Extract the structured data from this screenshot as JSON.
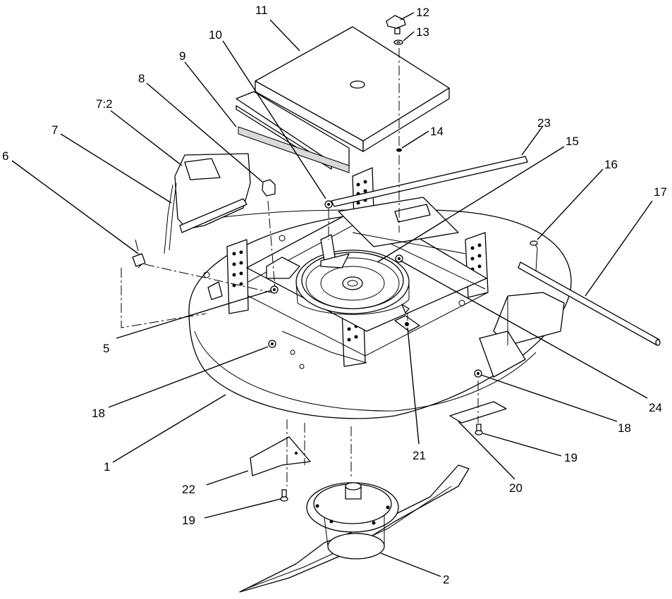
{
  "diagram": {
    "callouts": [
      {
        "id": "c11",
        "label": "11"
      },
      {
        "id": "c12",
        "label": "12"
      },
      {
        "id": "c13",
        "label": "13"
      },
      {
        "id": "c10",
        "label": "10"
      },
      {
        "id": "c9",
        "label": "9"
      },
      {
        "id": "c8",
        "label": "8"
      },
      {
        "id": "c72",
        "label": "7:2"
      },
      {
        "id": "c7",
        "label": "7"
      },
      {
        "id": "c6",
        "label": "6"
      },
      {
        "id": "c14",
        "label": "14"
      },
      {
        "id": "c23",
        "label": "23"
      },
      {
        "id": "c15",
        "label": "15"
      },
      {
        "id": "c16",
        "label": "16"
      },
      {
        "id": "c17",
        "label": "17"
      },
      {
        "id": "c5",
        "label": "5"
      },
      {
        "id": "c18a",
        "label": "18"
      },
      {
        "id": "c18b",
        "label": "18"
      },
      {
        "id": "c24",
        "label": "24"
      },
      {
        "id": "c1",
        "label": "1"
      },
      {
        "id": "c21",
        "label": "21"
      },
      {
        "id": "c19a",
        "label": "19"
      },
      {
        "id": "c19b",
        "label": "19"
      },
      {
        "id": "c20",
        "label": "20"
      },
      {
        "id": "c22",
        "label": "22"
      },
      {
        "id": "c2",
        "label": "2"
      }
    ]
  }
}
